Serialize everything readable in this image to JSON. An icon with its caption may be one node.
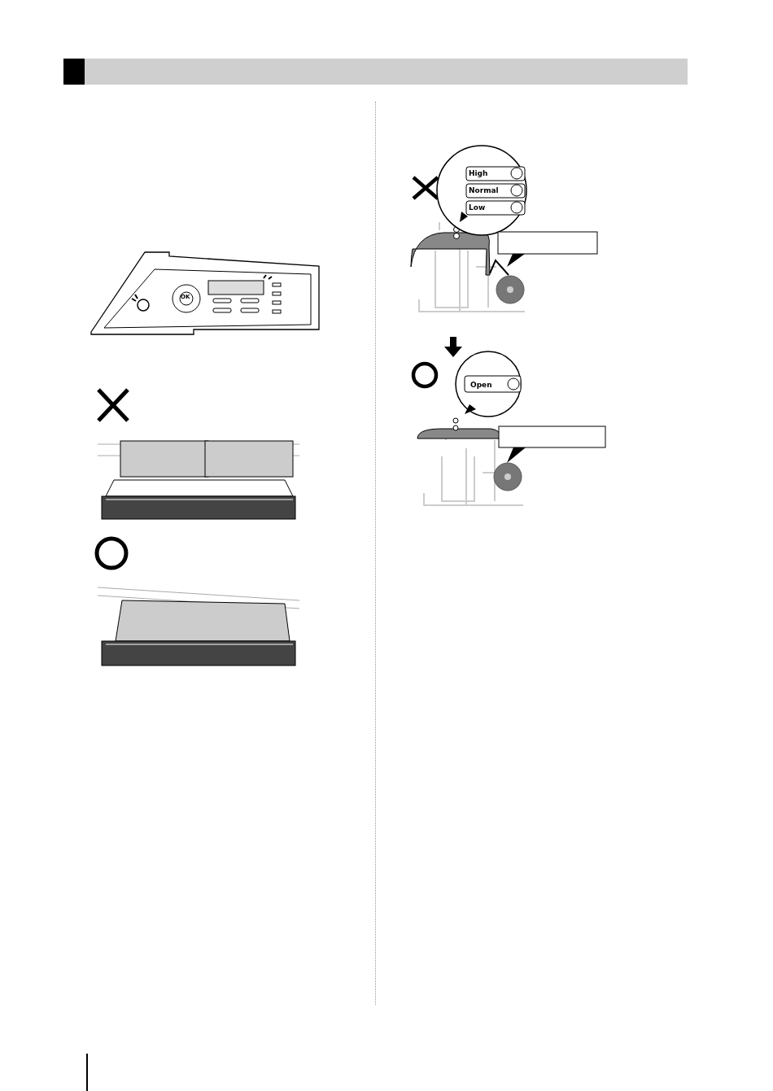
{
  "diagram": {
    "labels": [
      "OK",
      "High",
      "Normal",
      "Low",
      "Open"
    ]
  }
}
